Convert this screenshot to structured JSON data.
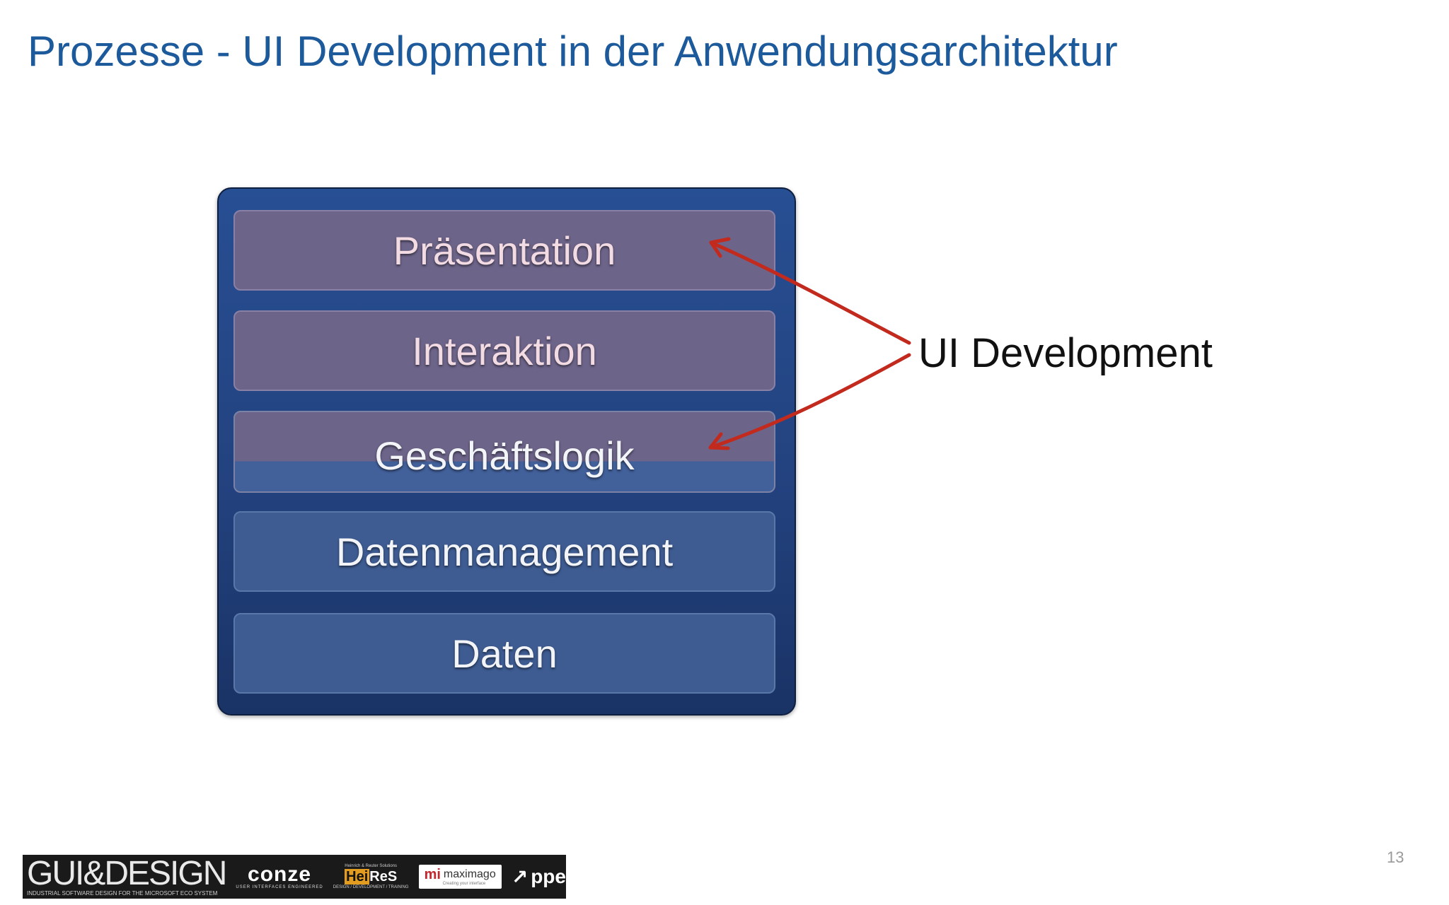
{
  "slide": {
    "title": "Prozesse - UI Development in der Anwendungsarchitektur",
    "page_number": "13"
  },
  "diagram": {
    "layers": [
      {
        "label": "Präsentation",
        "highlighted": true
      },
      {
        "label": "Interaktion",
        "highlighted": true
      },
      {
        "label": "Geschäftslogik",
        "highlighted": "partial"
      },
      {
        "label": "Datenmanagement",
        "highlighted": false
      },
      {
        "label": "Daten",
        "highlighted": false
      }
    ],
    "annotation_label": "UI Development",
    "colors": {
      "frame": "#23427f",
      "layer": "#3e5c92",
      "highlight": "#6d6489",
      "arrow": "#c22a1e",
      "title": "#1c5a9b"
    }
  },
  "footer": {
    "logos": {
      "gui_design": {
        "name": "GUI&DESIGN",
        "tagline": "INDUSTRIAL SOFTWARE DESIGN FOR THE MICROSOFT ECO SYSTEM"
      },
      "conze": {
        "name": "conze",
        "tagline": "USER INTERFACES ENGINEERED"
      },
      "heires": {
        "top": "Heinrich & Reuter Solutions",
        "hei": "Hei",
        "res": "ReS",
        "bottom": "DESIGN / DEVELOPMENT / TRAINING"
      },
      "maximago": {
        "mark": "mi",
        "name": "maximago",
        "tagline": "Creating your interface"
      },
      "ppedv": {
        "name": "ppedv",
        "icon": "arrow-icon"
      }
    }
  }
}
